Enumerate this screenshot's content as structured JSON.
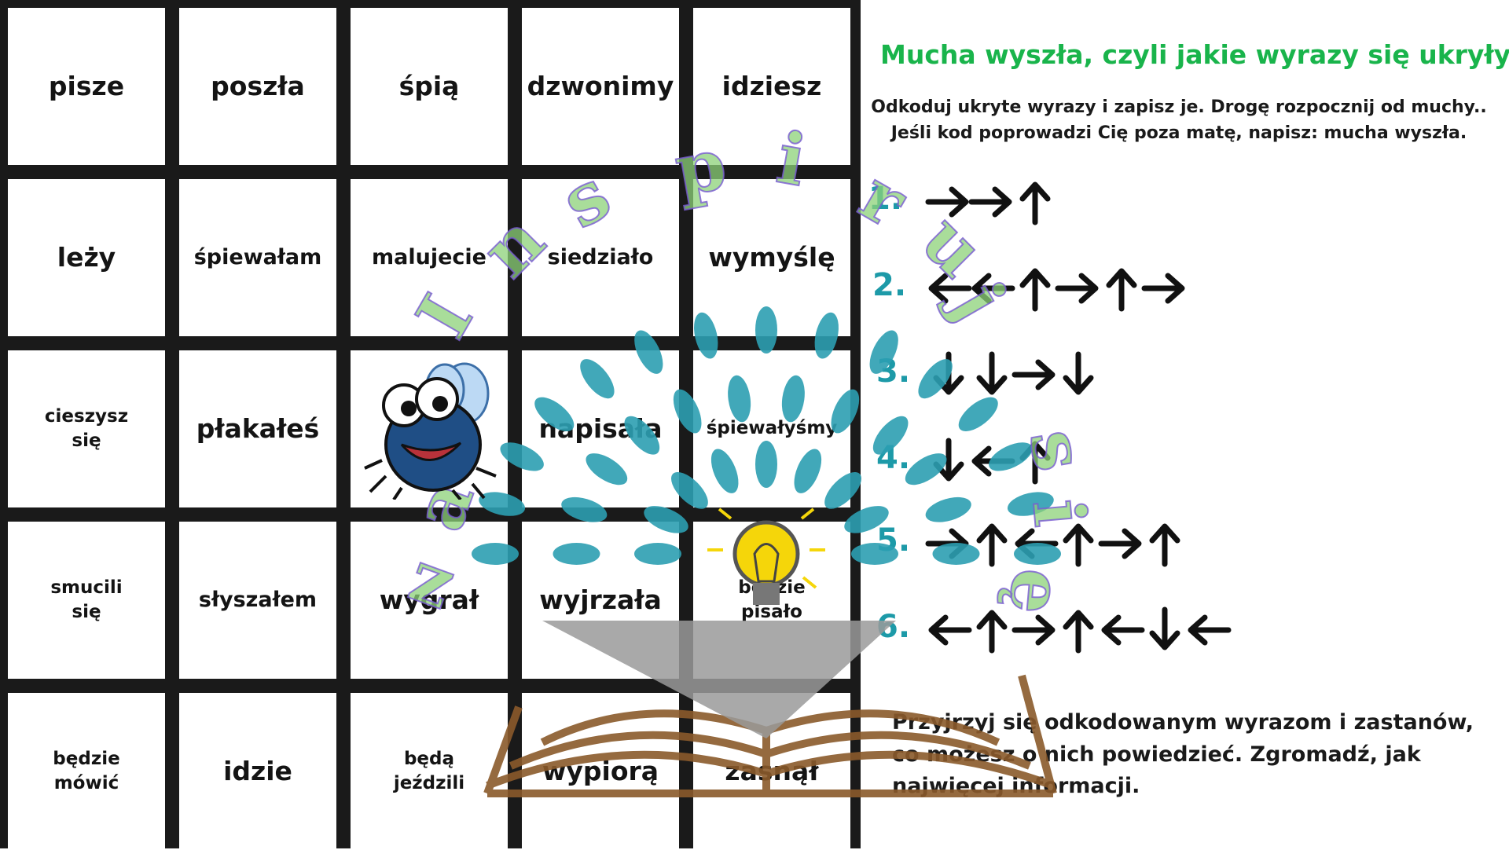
{
  "grid": {
    "rows": [
      [
        "pisze",
        "poszła",
        "śpią",
        "dzwonimy",
        "idziesz"
      ],
      [
        "leży",
        "śpiewałam",
        "malujecie",
        "siedziało",
        "wymyślę"
      ],
      [
        "cieszysz się",
        "płakałeś",
        "",
        "napisała",
        "śpiewałyśmy"
      ],
      [
        "smucili się",
        "słyszałem",
        "wygrał",
        "wyjrzała",
        "będzie pisało"
      ],
      [
        "będzie mówić",
        "idzie",
        "będą jeździli",
        "wypiorą",
        "zasnął"
      ]
    ],
    "fly_cell": "fly-icon"
  },
  "panel": {
    "title": "Mucha wyszła, czyli jakie wyrazy się ukryły?",
    "instructions": [
      "Odkoduj  ukryte wyrazy i zapisz je. Drogę rozpocznij od muchy..",
      "Jeśli kod poprowadzi Cię poza matę, napisz: mucha wyszła."
    ],
    "codes": [
      {
        "label": "1.",
        "arrows": [
          "right",
          "right",
          "up"
        ]
      },
      {
        "label": "2.",
        "arrows": [
          "left",
          "left",
          "up",
          "right",
          "up",
          "right"
        ]
      },
      {
        "label": "3.",
        "arrows": [
          "down",
          "down",
          "right",
          "down"
        ]
      },
      {
        "label": "4.",
        "arrows": [
          "down",
          "left",
          "up"
        ]
      },
      {
        "label": "5.",
        "arrows": [
          "right",
          "up",
          "left",
          "up",
          "right",
          "up"
        ]
      },
      {
        "label": "6.",
        "arrows": [
          "left",
          "up",
          "right",
          "up",
          "left",
          "down",
          "left"
        ]
      }
    ],
    "closing": [
      "Przyjrzyj się odkodowanym wyrazom i zastanów,",
      " co możesz o nich powiedzieć. Zgromadź, jak",
      "najwięcej informacji."
    ]
  },
  "watermark": {
    "letters": [
      "a",
      "I",
      "n",
      "s",
      "p",
      "i",
      "r",
      "u",
      "j",
      "s",
      "i",
      "ę",
      "z"
    ],
    "icons": [
      "leaves-icon",
      "lightbulb-icon",
      "book-icon"
    ],
    "colors": {
      "leaf": "#2c9fb1",
      "letters": "#8cd278",
      "book": "#8a5a2b",
      "bulb": "#f5d60a"
    }
  },
  "colors": {
    "title": "#19b44b",
    "numbers": "#1d9aa8",
    "grid": "#1a1a1a",
    "text": "#141414"
  }
}
